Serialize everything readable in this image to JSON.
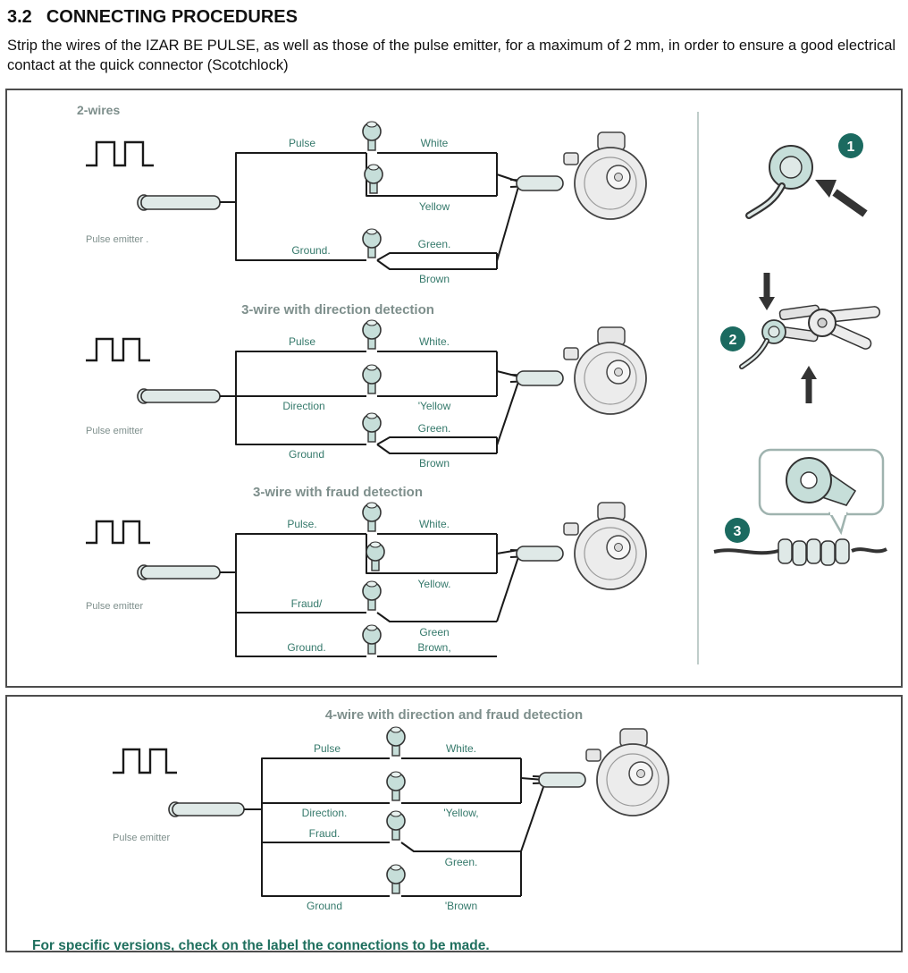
{
  "header": {
    "section_number": "3.2",
    "title": "CONNECTING PROCEDURES",
    "intro": "Strip the wires of the IZAR BE PULSE, as well as those of the pulse emitter, for a maximum of 2 mm, in order to ensure a good electrical contact at the quick connector (Scotchlock)"
  },
  "diagram_2wire": {
    "title": "2-wires",
    "emitter": "Pulse emitter .",
    "pulse": "Pulse",
    "white": "White",
    "yellow": "Yellow",
    "ground": "Ground.",
    "green": "Green.",
    "brown": "Brown"
  },
  "diagram_3wire_direction": {
    "title": "3-wire with direction detection",
    "emitter": "Pulse emitter",
    "pulse": "Pulse",
    "white": "White.",
    "direction": "Direction",
    "yellow": "'Yellow",
    "ground": "Ground",
    "green": "Green.",
    "brown": "Brown"
  },
  "diagram_3wire_fraud": {
    "title": "3-wire with fraud detection",
    "emitter": "Pulse emitter",
    "pulse": "Pulse.",
    "white": "White.",
    "yellow": "Yellow.",
    "fraud": "Fraud/",
    "green": "Green",
    "ground": "Ground.",
    "brown": "Brown,"
  },
  "diagram_4wire": {
    "title": "4-wire with direction and fraud detection",
    "emitter": "Pulse emitter",
    "pulse": "Pulse",
    "white": "White.",
    "direction": "Direction.",
    "yellow": "'Yellow,",
    "fraud": "Fraud.",
    "green": "Green.",
    "ground": "Ground",
    "brown": "'Brown"
  },
  "steps": {
    "one": "1",
    "two": "2",
    "three": "3"
  },
  "note": "For specific versions, check on the label the connections to be made.",
  "colors": {
    "label_teal": "#35796b",
    "heading_gray": "#7e8f8c",
    "note_teal": "#1f6f5e",
    "badge_teal": "#1b6a60",
    "connector_fill": "#c6ded9",
    "box_border": "#4d4d4d"
  }
}
